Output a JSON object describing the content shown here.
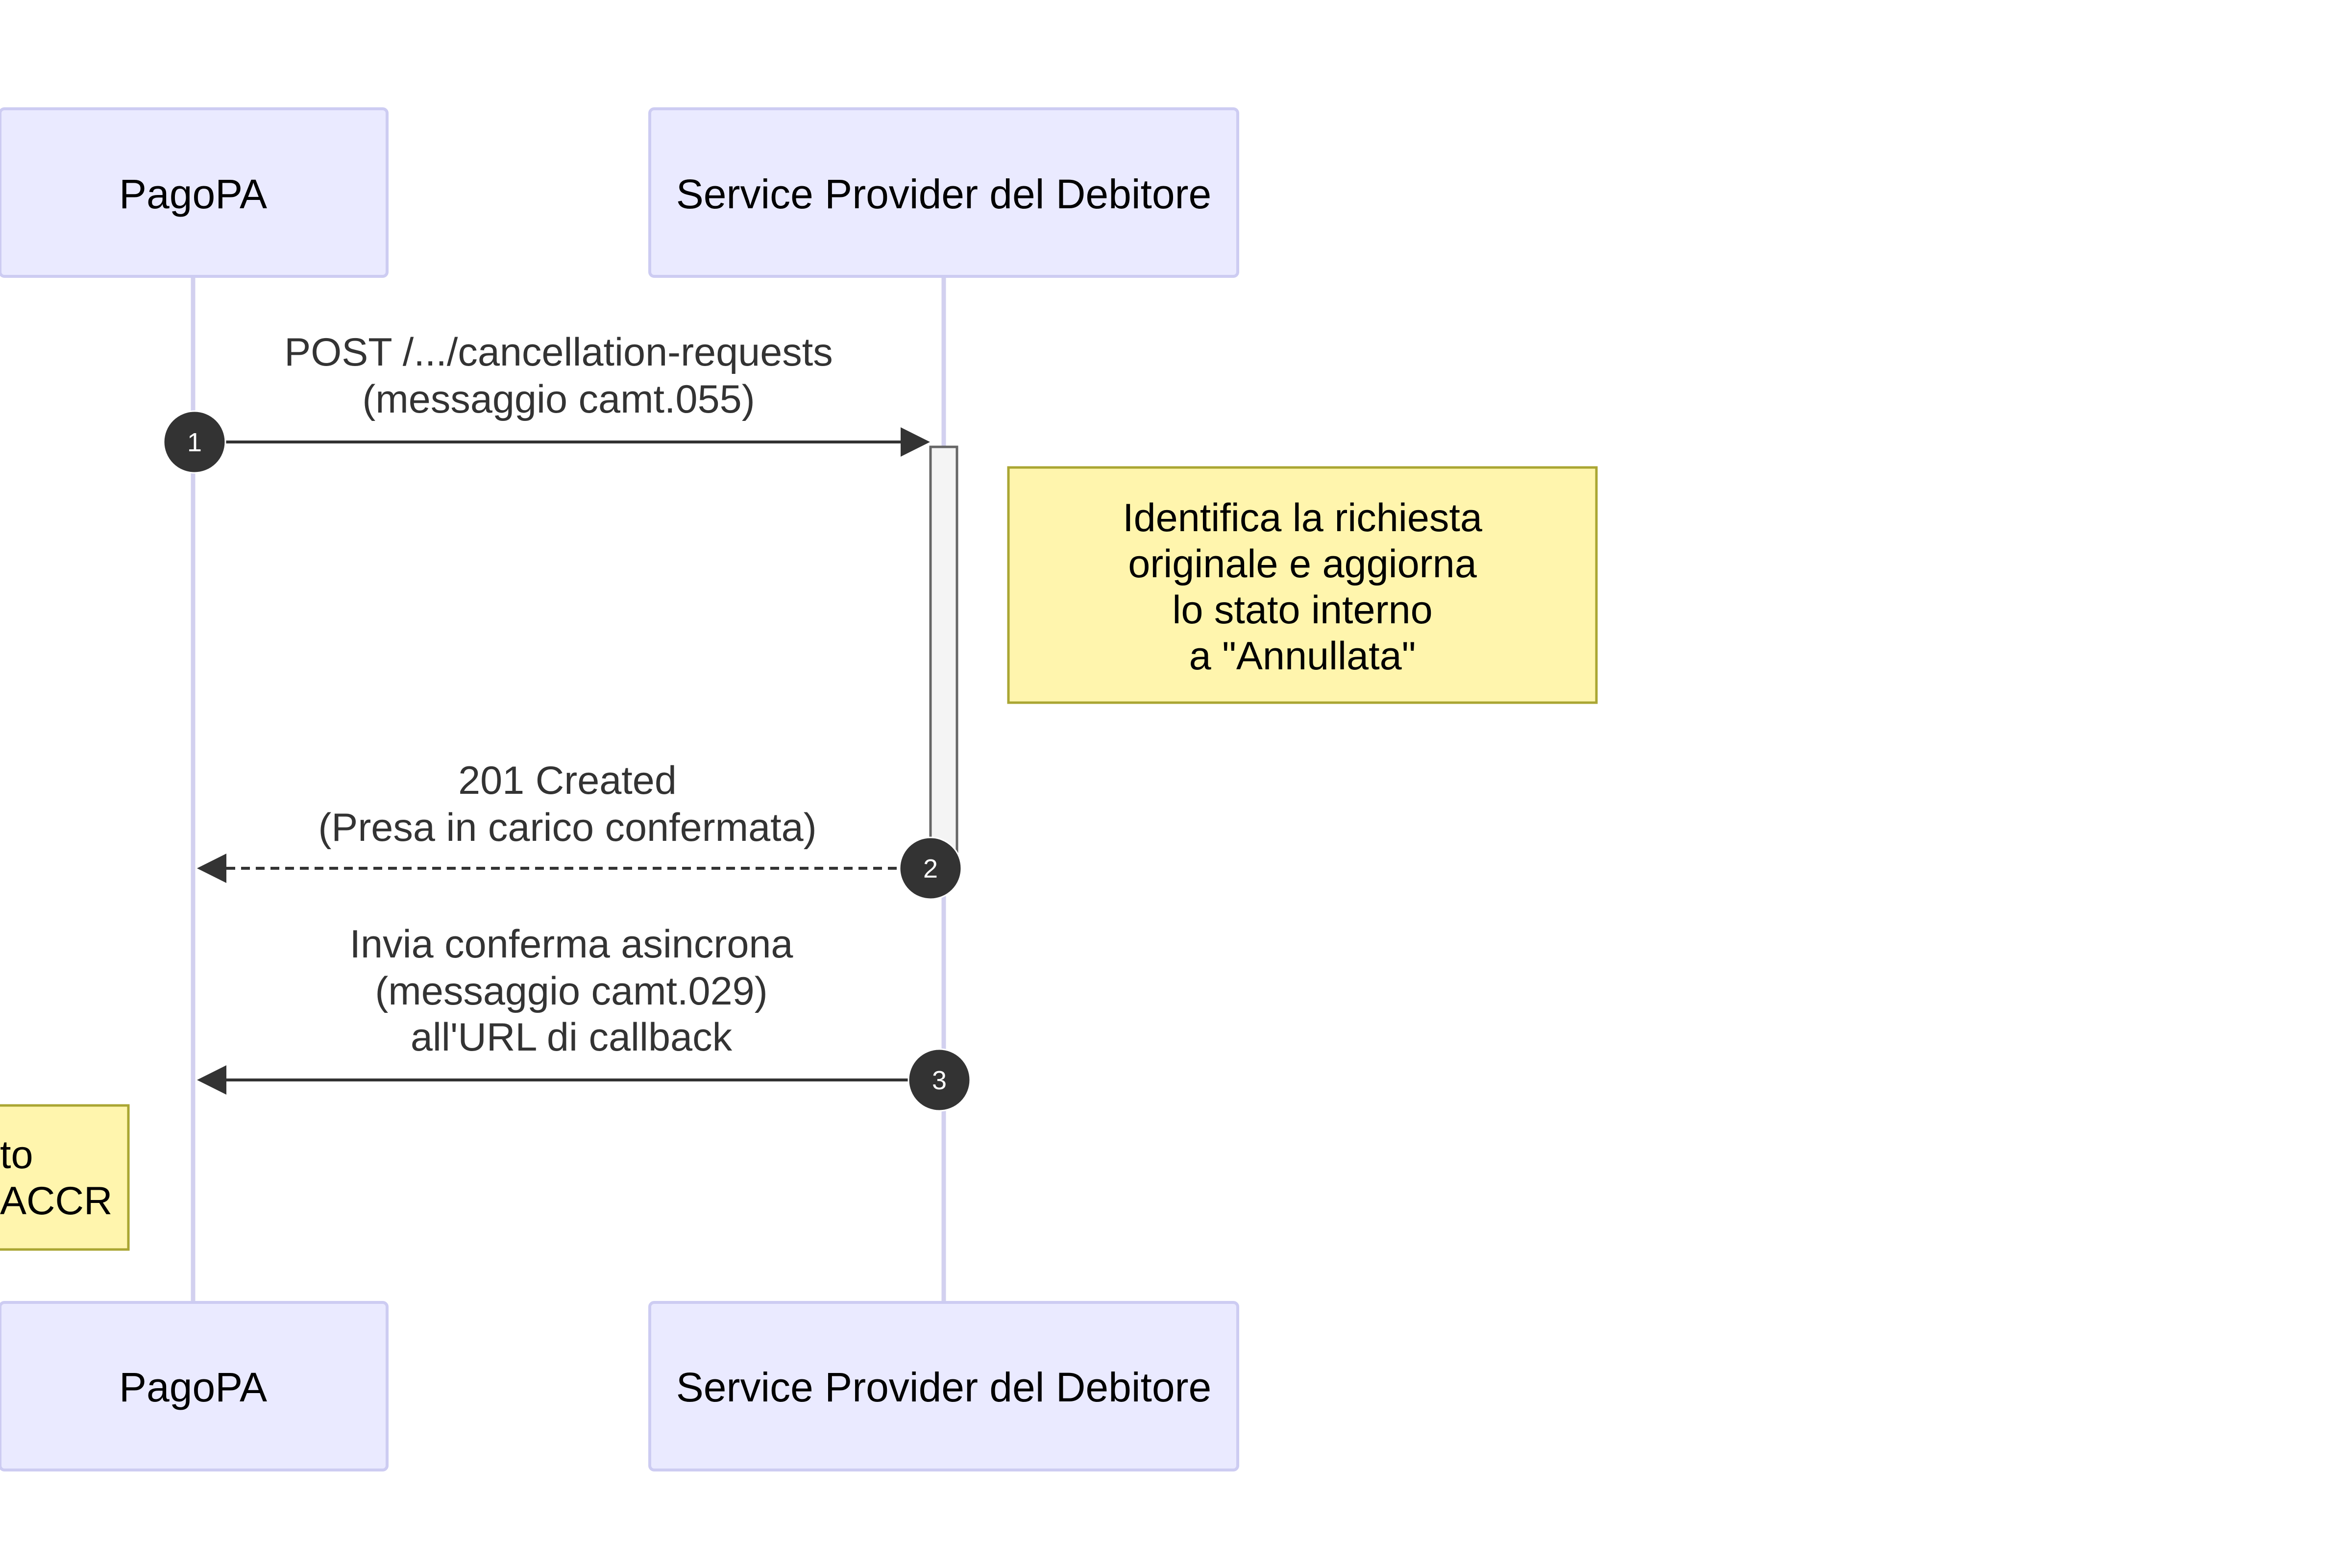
{
  "actors": [
    {
      "id": "pagopa",
      "label": "PagoPA"
    },
    {
      "id": "sp",
      "label": "Service Provider del Debitore"
    }
  ],
  "messages": [
    {
      "number": "1",
      "from": "PagoPA",
      "to": "Service Provider del Debitore",
      "style": "solid",
      "lines": [
        "POST /.../cancellation-requests",
        "(messaggio camt.055)"
      ]
    },
    {
      "number": "2",
      "from": "Service Provider del Debitore",
      "to": "PagoPA",
      "style": "dashed",
      "lines": [
        "201 Created",
        "(Presa in carico confermata)"
      ]
    },
    {
      "number": "3",
      "from": "Service Provider del Debitore",
      "to": "PagoPA",
      "style": "solid",
      "lines": [
        "Invia conferma asincrona",
        "(messaggio camt.029)",
        "all'URL di callback"
      ]
    }
  ],
  "notes": [
    {
      "id": "sp-note",
      "lines": [
        "Identifica la richiesta",
        "originale e aggiorna",
        "lo stato interno",
        "a \"Annullata\""
      ]
    },
    {
      "id": "pagopa-note",
      "lines": [
        "to",
        "ACCR"
      ]
    }
  ],
  "colors": {
    "actor_fill": "#eaeaff",
    "actor_border": "#cdccf2",
    "lifeline": "#d2d0ef",
    "note_fill": "#fff5ad",
    "note_border": "#aaa633",
    "arrow": "#333333"
  }
}
